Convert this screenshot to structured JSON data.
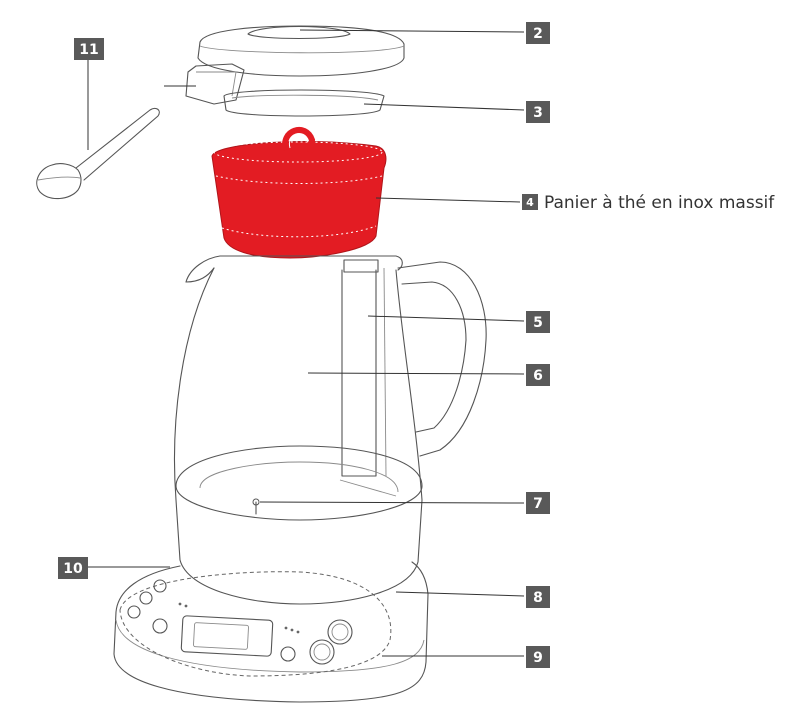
{
  "colors": {
    "accent": "#e31c23",
    "badge": "#595959",
    "line": "#555555"
  },
  "labels": {
    "n2": "2",
    "n3": "3",
    "n4": "4",
    "n5": "5",
    "n6": "6",
    "n7": "7",
    "n8": "8",
    "n9": "9",
    "n10": "10",
    "n11": "11",
    "caption4": "Panier à thé en inox massif"
  }
}
